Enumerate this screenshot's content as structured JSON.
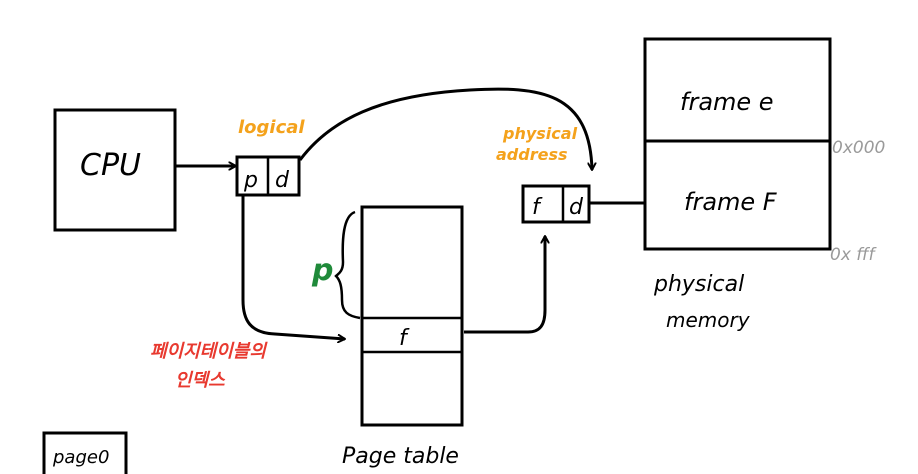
{
  "colors": {
    "ink": "#000000",
    "orange": "#f4a21c",
    "green": "#1f8a3a",
    "red": "#e8392f",
    "gray": "#9a9a9a"
  },
  "cpu": {
    "label": "CPU"
  },
  "logical_address": {
    "annotation": "logical",
    "page_part": "p",
    "offset_part": "d"
  },
  "physical_address": {
    "annotation_line1": "physical",
    "annotation_line2": "address",
    "frame_part": "f",
    "offset_part": "d"
  },
  "page_table": {
    "caption": "Page table",
    "entry_value": "f",
    "index_label": "p"
  },
  "page_table_note": {
    "line1": "페이지테이블의",
    "line2": "인덱스"
  },
  "physical_memory": {
    "frame_top_label": "frame e",
    "frame_bottom_label": "frame F",
    "caption_line1": "physical",
    "caption_line2": "memory",
    "addr_start": "0x000",
    "addr_end": "0x fff"
  },
  "legend": {
    "label": "page0"
  }
}
